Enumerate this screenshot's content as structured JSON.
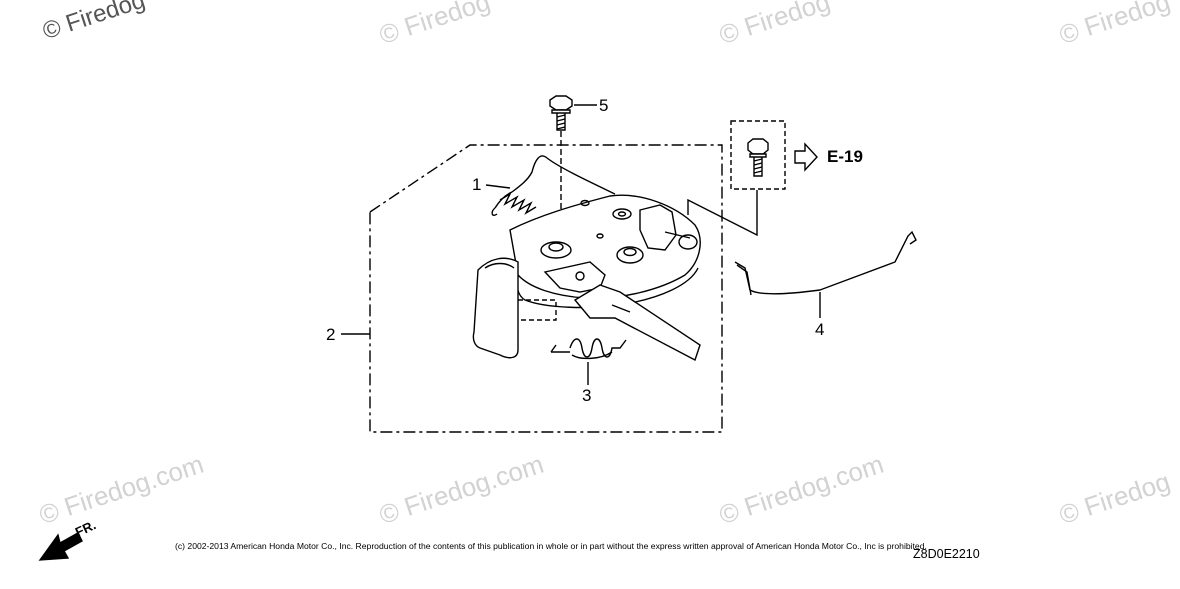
{
  "watermarks": [
    "© Firedog",
    "© Firedog",
    "© Firedog",
    "© Firedog",
    "© Firedog.com",
    "© Firedog.com",
    "© Firedog.com",
    "© Firedog"
  ],
  "callouts": {
    "c1": "1",
    "c2": "2",
    "c3": "3",
    "c4": "4",
    "c5": "5"
  },
  "reference": "E-19",
  "direction_label": "FR.",
  "copyright": "(c) 2002-2013 American Honda Motor Co., Inc. Reproduction of the contents of this publication in whole or in part without the express written approval of American Honda Motor Co., Inc is prohibited.",
  "diagram_code": "Z8D0E2210"
}
